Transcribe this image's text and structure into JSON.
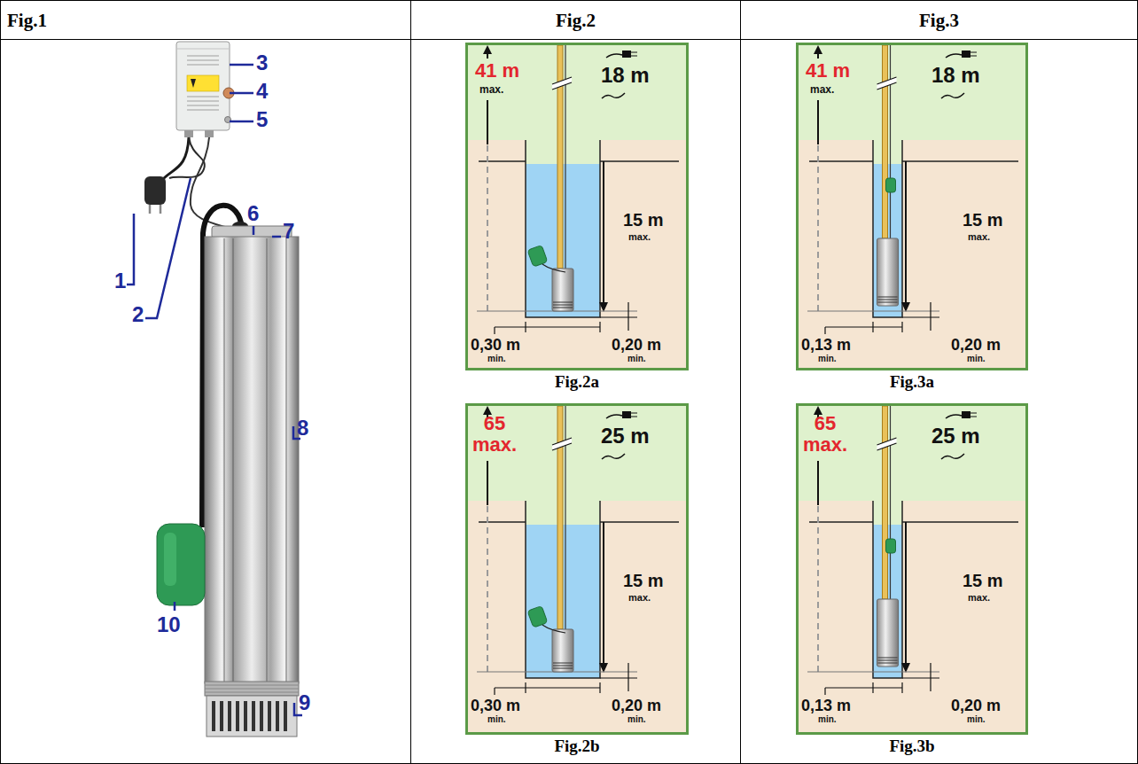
{
  "diagram": {
    "nodes": [
      {
        "text": [
          "Fig.1"
        ]
      },
      {
        "text": [
          "Fig.2"
        ]
      },
      {
        "text": [
          "Fig.2a"
        ],
        "in": 1
      },
      {
        "text": [
          "Fig.2b"
        ],
        "in": 1
      },
      {
        "text": [
          "Fig.3"
        ]
      },
      {
        "text": [
          "Fig.3a"
        ],
        "in": 4
      },
      {
        "text": [
          "Fig.3b"
        ],
        "in": 4
      }
    ],
    "labels": [
      "1",
      "2",
      "3",
      "4",
      "5",
      "6",
      "7",
      "8",
      "9",
      "10",
      "41 m",
      "max.",
      "18 m",
      "15 m",
      "max.",
      "0,30 m",
      "min.",
      "0,20 m",
      "min.",
      "65 max.",
      "25 m",
      "15 m",
      "max.",
      "0,30 m",
      "min.",
      "0,20 m",
      "min.",
      "41 m",
      "max.",
      "18 m",
      "15 m",
      "max.",
      "0,13 m",
      "min.",
      "0,20 m",
      "min.",
      "65 max.",
      "25 m",
      "15 m",
      "max.",
      "0,13 m",
      "min.",
      "0,20 m",
      "min."
    ]
  }
}
